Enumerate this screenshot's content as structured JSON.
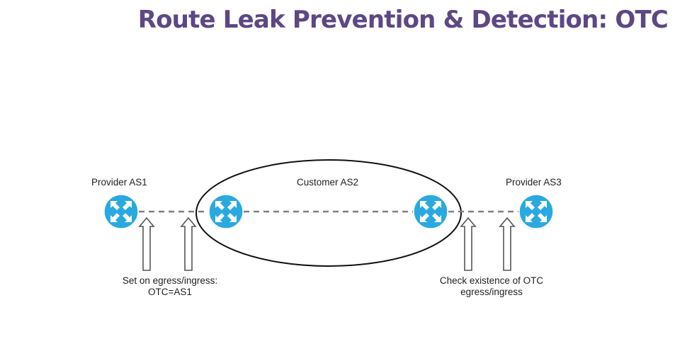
{
  "title": "Route Leak Prevention & Detection: OTC",
  "nodes": {
    "provider_as1": "Provider AS1",
    "customer_as2": "Customer AS2",
    "provider_as3": "Provider AS3"
  },
  "notes": {
    "left_line1": "Set on egress/ingress:",
    "left_line2": "OTC=AS1",
    "right_line1": "Check existence of OTC",
    "right_line2": "egress/ingress"
  },
  "colors": {
    "title": "#5d4784",
    "router": "#29a9e0",
    "link": "#808080"
  }
}
